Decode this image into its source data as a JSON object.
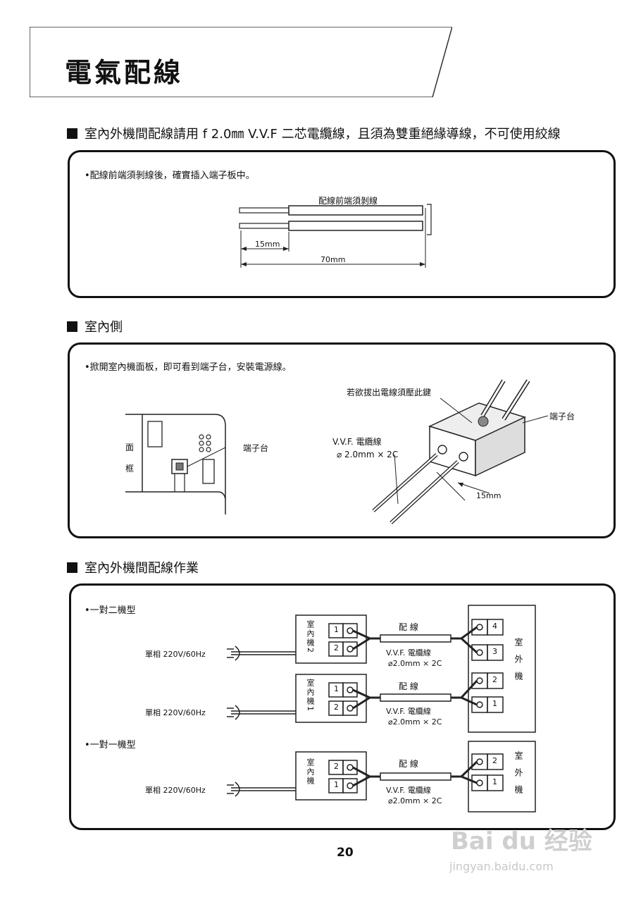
{
  "page": {
    "title": "電氣配線",
    "page_number": "20"
  },
  "section1": {
    "heading": "室內外機間配線請用 f 2.0㎜ V.V.F 二芯電纜線，且須為雙重絕緣導線，不可使用絞線",
    "note": "•配線前端須剝線後，確實插入端子板中。",
    "diagram_label": "配線前端須剝線",
    "dim_15": "15mm",
    "dim_70": "70mm"
  },
  "section2": {
    "heading": "室內側",
    "note": "•掀開室內機面板，即可看到端子台，安裝電源線。",
    "frame_label_1": "面",
    "frame_label_2": "框",
    "terminal_label_left": "端子台",
    "press_note": "若欲拔出電線須壓此鍵",
    "terminal_label_right": "端子台",
    "vvf_label": "V.V.F. 電纜線",
    "vvf_spec": "⌀ 2.0mm × 2C",
    "dim_15": "15mm"
  },
  "section3": {
    "heading": "室內外機間配線作業",
    "type_one_to_two": "•一對二機型",
    "type_one_to_one": "•一對一機型",
    "power_label": "單相 220V/60Hz",
    "indoor_2": "室內機2",
    "indoor_1": "室內機1",
    "indoor": "室內機",
    "outdoor": "室外機",
    "wiring_label": "配 線",
    "vvf_label": "V.V.F. 電纜線",
    "vvf_spec": "⌀2.0mm × 2C",
    "terminals_top": [
      "1",
      "2"
    ],
    "terminals_outdoor": [
      "4",
      "3",
      "2",
      "1"
    ],
    "terminals_single_indoor": [
      "2",
      "1"
    ],
    "terminals_single_outdoor": [
      "2",
      "1"
    ]
  },
  "watermark": {
    "brand": "Bai du 经验",
    "url": "jingyan.baidu.com"
  }
}
